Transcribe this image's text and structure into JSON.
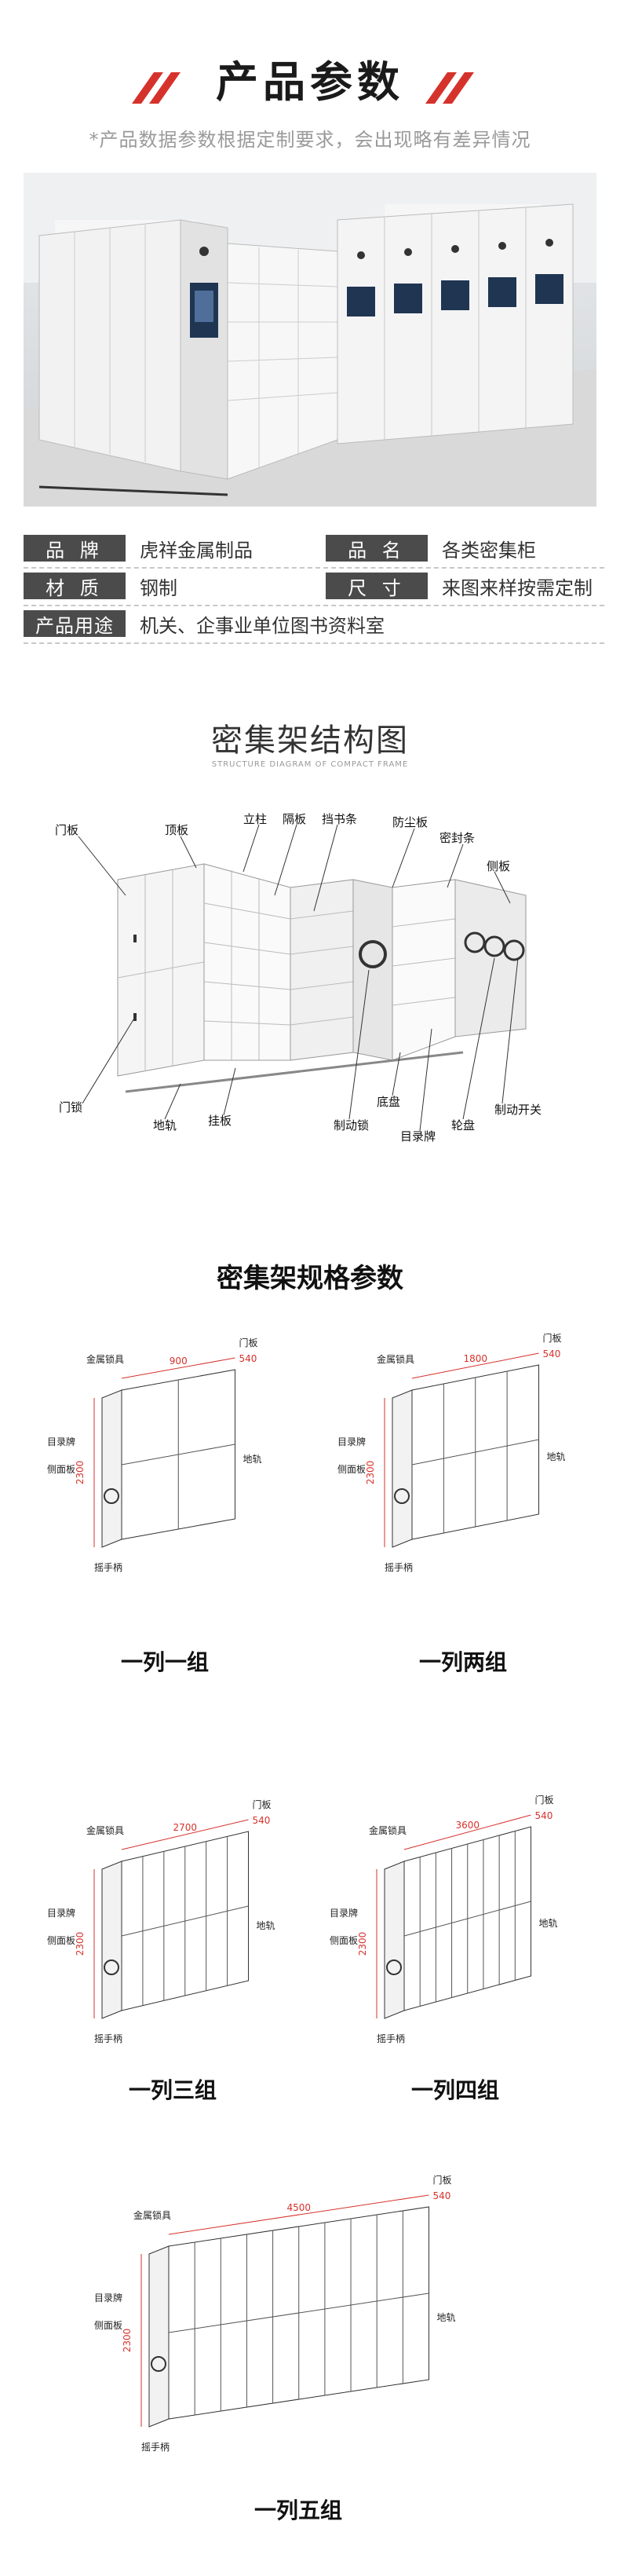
{
  "header": {
    "title": "产品参数",
    "subtitle": "*产品数据参数根据定制要求，会出现略有差异情况"
  },
  "params": [
    {
      "label": "品 牌",
      "value": "虎祥金属制品"
    },
    {
      "label": "品 名",
      "value": "各类密集柜"
    },
    {
      "label": "材 质",
      "value": "钢制"
    },
    {
      "label": "尺 寸",
      "value": "来图来样按需定制"
    },
    {
      "label": "产品用途",
      "value": "机关、企事业单位图书资料室"
    }
  ],
  "structure": {
    "title": "密集架结构图",
    "subtitle": "STRUCTURE DIAGRAM OF COMPACT FRAME",
    "labels": [
      "门板",
      "顶板",
      "立柱",
      "隔板",
      "挡书条",
      "防尘板",
      "密封条",
      "侧板",
      "门锁",
      "地轨",
      "挂板",
      "制动锁",
      "底盘",
      "目录牌",
      "轮盘",
      "制动开关"
    ]
  },
  "specs": {
    "title": "密集架规格参数",
    "parts": {
      "lock": "金属锁具",
      "door": "门板",
      "catalog": "目录牌",
      "side": "侧面板",
      "rail": "地轨",
      "handle": "摇手柄"
    },
    "groups": [
      {
        "caption": "一列一组",
        "width": "900",
        "depth": "540",
        "height": "2300"
      },
      {
        "caption": "一列两组",
        "width": "1800",
        "depth": "540",
        "height": "2300"
      },
      {
        "caption": "一列三组",
        "width": "2700",
        "depth": "540",
        "height": "2300"
      },
      {
        "caption": "一列四组",
        "width": "3600",
        "depth": "540",
        "height": "2300"
      },
      {
        "caption": "一列五组",
        "width": "4500",
        "depth": "540",
        "height": "2300"
      }
    ]
  }
}
